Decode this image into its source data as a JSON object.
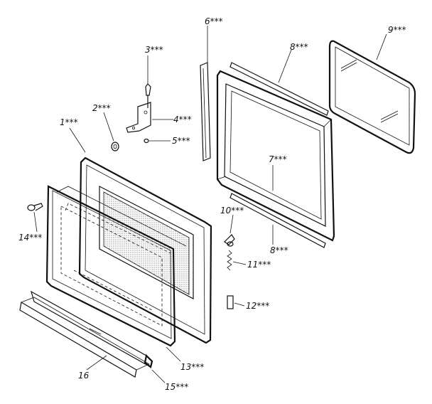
{
  "callouts": {
    "c1": "1***",
    "c2": "2***",
    "c3": "3***",
    "c4": "4***",
    "c5": "5***",
    "c6": "6***",
    "c7": "7***",
    "c8a": "8***",
    "c8b": "8***",
    "c9": "9***",
    "c10": "10***",
    "c11": "11***",
    "c12": "12***",
    "c13": "13***",
    "c14": "14***",
    "c15": "15***",
    "c16": "16"
  }
}
